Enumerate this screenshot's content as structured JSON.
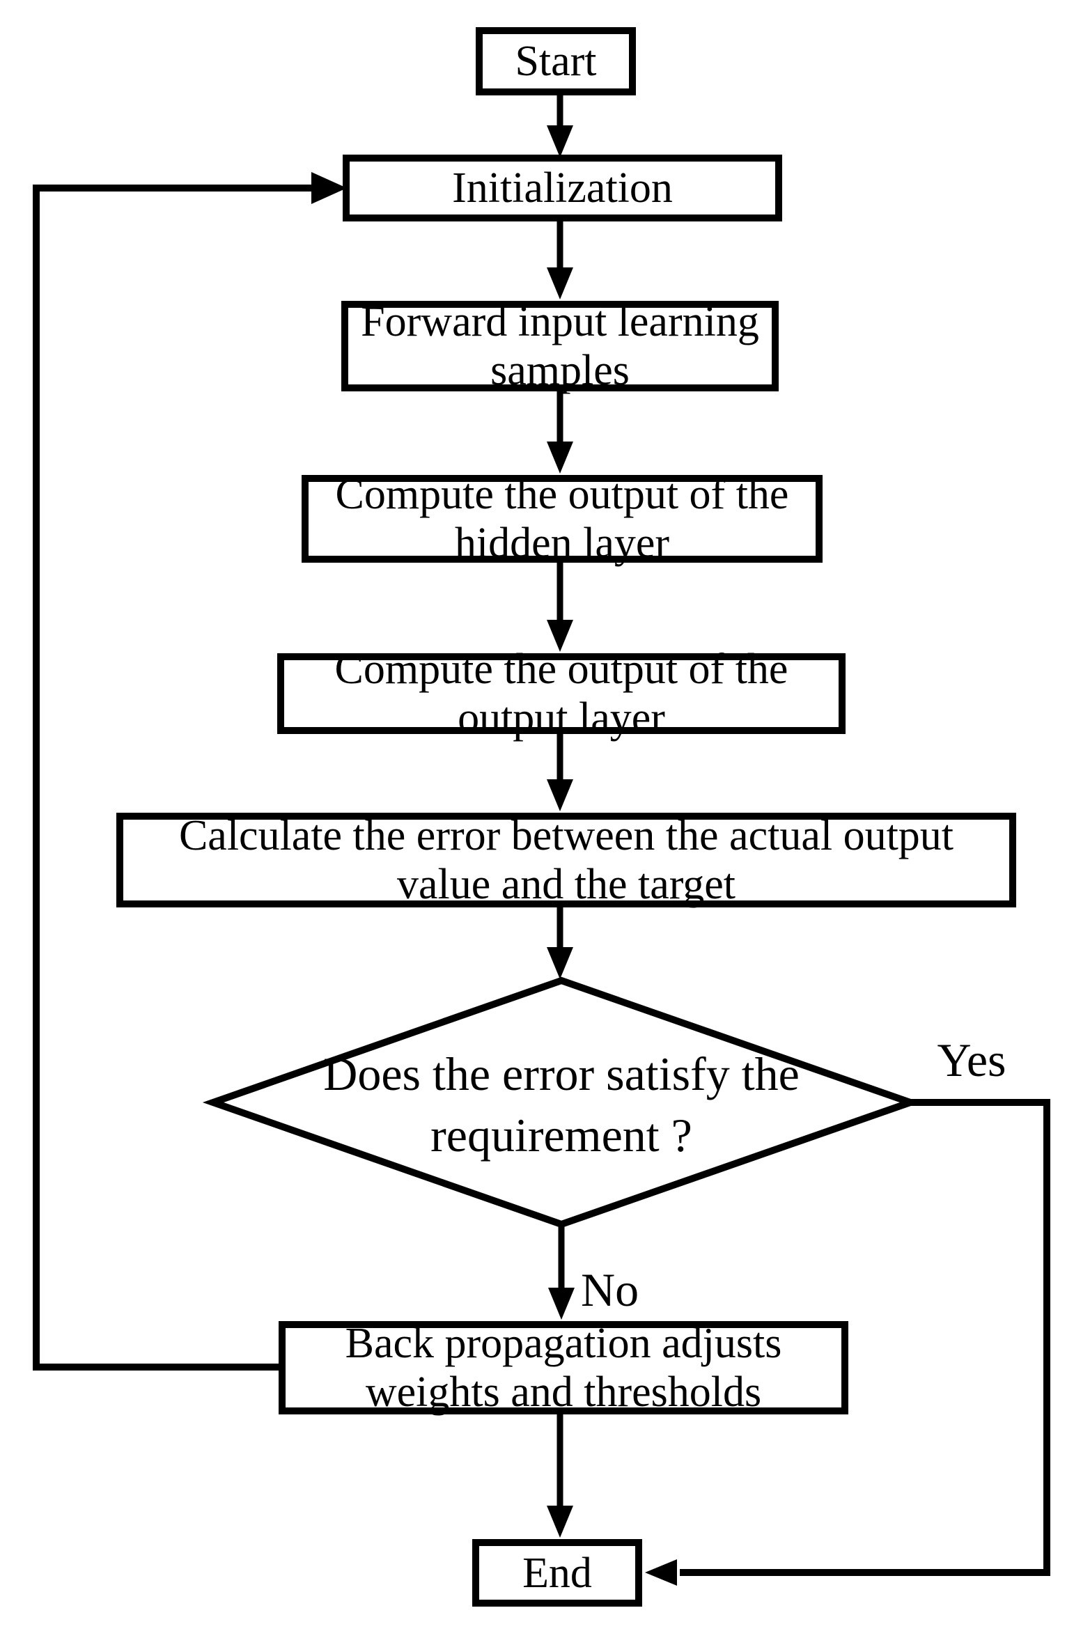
{
  "colors": {
    "ink": "#000000",
    "paper": "#ffffff"
  },
  "nodes": {
    "start": {
      "label": "Start",
      "lines": [
        "Start"
      ]
    },
    "init": {
      "label": "Initialization",
      "lines": [
        "Initialization"
      ]
    },
    "forward": {
      "label": "Forward input learning samples",
      "lines": [
        "Forward input learning",
        "samples"
      ]
    },
    "hidden": {
      "label": "Compute the output of the hidden layer",
      "lines": [
        "Compute the output of the",
        "hidden layer"
      ]
    },
    "output": {
      "label": "Compute the output of the output layer",
      "lines": [
        "Compute the output of the",
        "output layer"
      ]
    },
    "calc": {
      "label": "Calculate the error between the actual output value and the target",
      "lines": [
        "Calculate the error between the actual output",
        "value and the target"
      ]
    },
    "decision": {
      "label": "Does the error satisfy the requirement ?",
      "lines": [
        "Does the error satisfy the",
        "requirement ?"
      ]
    },
    "backprop": {
      "label": "Back propagation adjusts weights and thresholds",
      "lines": [
        "Back propagation adjusts",
        "weights and thresholds"
      ]
    },
    "end": {
      "label": "End",
      "lines": [
        "End"
      ]
    }
  },
  "edge_labels": {
    "yes": "Yes",
    "no": "No"
  }
}
